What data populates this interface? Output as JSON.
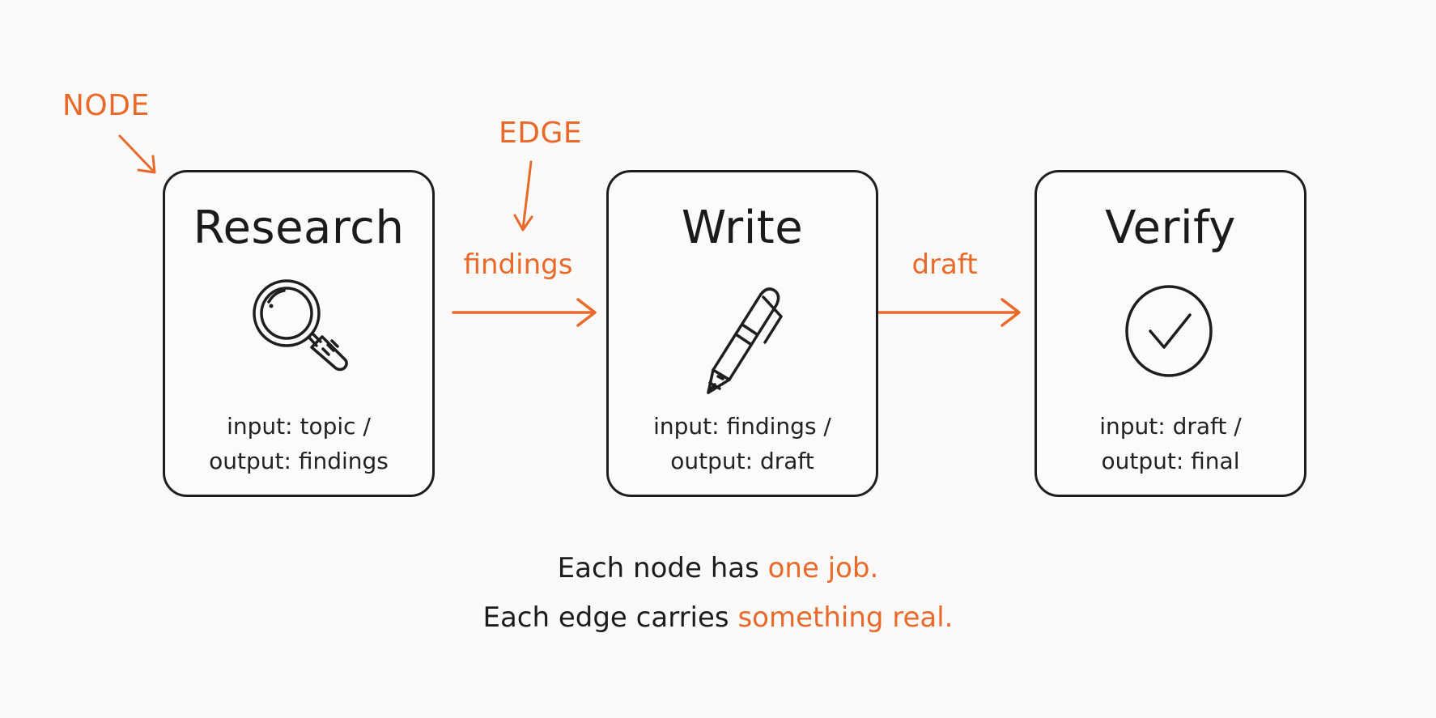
{
  "annotations": {
    "node_label": "NODE",
    "edge_label": "EDGE"
  },
  "nodes": [
    {
      "title": "Research",
      "icon": "magnifying-glass-icon",
      "io_line1": "input: topic /",
      "io_line2": "output: findings"
    },
    {
      "title": "Write",
      "icon": "pen-icon",
      "io_line1": "input: findings /",
      "io_line2": "output: draft"
    },
    {
      "title": "Verify",
      "icon": "checkmark-circle-icon",
      "io_line1": "input: draft /",
      "io_line2": "output: final"
    }
  ],
  "edges": [
    {
      "label": "findings"
    },
    {
      "label": "draft"
    }
  ],
  "caption": {
    "line1_prefix": "Each node has ",
    "line1_highlight": "one job.",
    "line2_prefix": "Each edge carries ",
    "line2_highlight": "something real."
  },
  "colors": {
    "accent": "#e9692a",
    "ink": "#1e1e1e",
    "background": "#fbfaf8"
  }
}
